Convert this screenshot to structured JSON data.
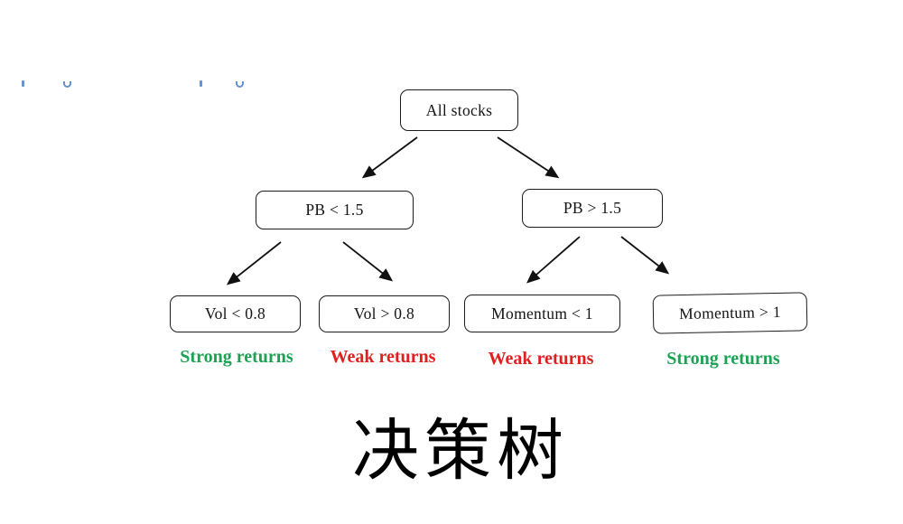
{
  "diagram": {
    "root": {
      "label": "All stocks"
    },
    "level1": [
      {
        "label": "PB < 1.5"
      },
      {
        "label": "PB > 1.5"
      }
    ],
    "leaves": [
      {
        "label": "Vol < 0.8"
      },
      {
        "label": "Vol > 0.8"
      },
      {
        "label": "Momentum < 1"
      },
      {
        "label": "Momentum > 1"
      }
    ],
    "outcomes": [
      {
        "label": "Strong returns",
        "color": "#1ea155"
      },
      {
        "label": "Weak returns",
        "color": "#e01f1f"
      },
      {
        "label": "Weak returns",
        "color": "#e01f1f"
      },
      {
        "label": "Strong returns",
        "color": "#1ea155"
      }
    ]
  },
  "title": {
    "text": "决策树"
  },
  "colors": {
    "node_border": "#1c1c1c",
    "node_text": "#141414",
    "arrow": "#111111",
    "positive_green": "#1ea155",
    "negative_red": "#e01f1f",
    "artifact_blue": "#4d7fc9",
    "background": "#ffffff"
  }
}
